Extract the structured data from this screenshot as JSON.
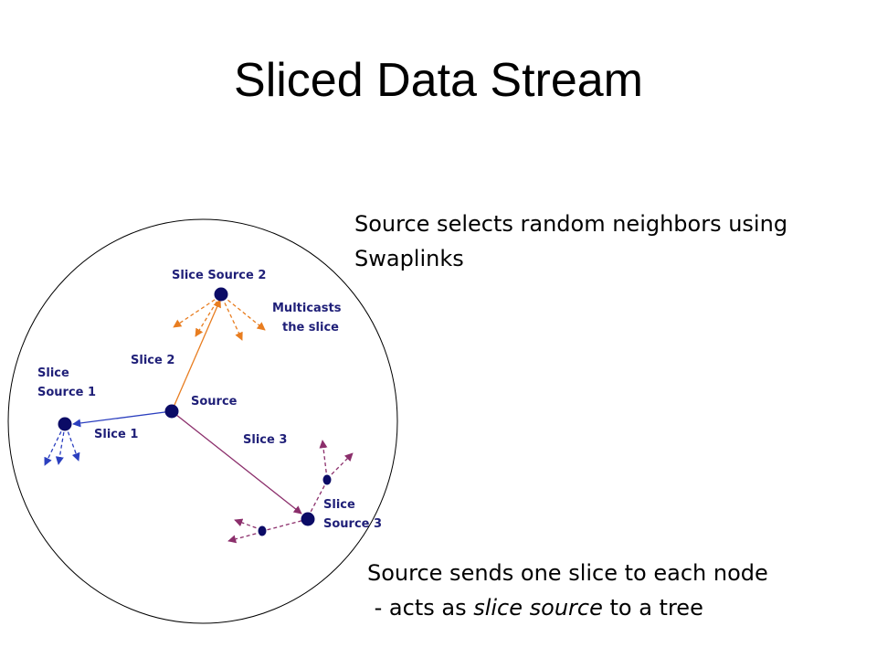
{
  "title": "Sliced Data Stream",
  "notes": {
    "top_line1": "Source selects random neighbors using",
    "top_line2": "Swaplinks",
    "bottom_line1": "Source sends one slice to each node",
    "bottom_line2_prefix": " - acts as ",
    "bottom_line2_italic": "slice source",
    "bottom_line2_suffix": " to a tree"
  },
  "labels": {
    "slice_source_2": "Slice Source 2",
    "multicasts_1": "Multicasts",
    "multicasts_2": "the slice",
    "slice_2": "Slice 2",
    "slice_source_1_a": "Slice",
    "slice_source_1_b": "Source 1",
    "source": "Source",
    "slice_1": "Slice 1",
    "slice_3": "Slice 3",
    "slice_source_3_a": "Slice",
    "slice_source_3_b": "Source 3"
  },
  "colors": {
    "node": "#0b0b66",
    "slice1": "#2b3fbf",
    "slice2": "#e87d20",
    "slice3": "#8b2e6b",
    "label": "#1f1f78",
    "circle": "#000000"
  }
}
